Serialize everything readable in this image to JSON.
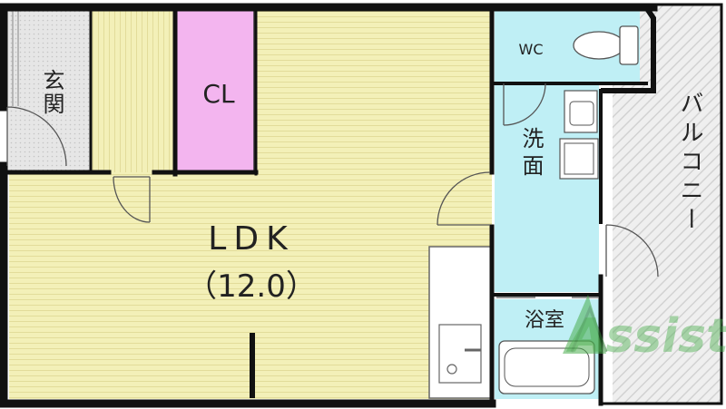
{
  "rooms": {
    "genkan": "玄関",
    "closet": "CL",
    "ldk": "LDK",
    "ldk_size": "（12.0）",
    "wc": "WC",
    "washroom": "洗面",
    "bath": "浴室",
    "balcony": "バルコニー"
  },
  "watermark": {
    "text": "Assist"
  },
  "colors": {
    "floor_wood": "#f3f0b8",
    "floor_grain": "#e2dc9a",
    "closet_pink": "#f3b5ef",
    "water_blue": "#bfeff5",
    "wall": "#111111",
    "tile": "#d6d6d6",
    "watermark": "#4caf50"
  }
}
